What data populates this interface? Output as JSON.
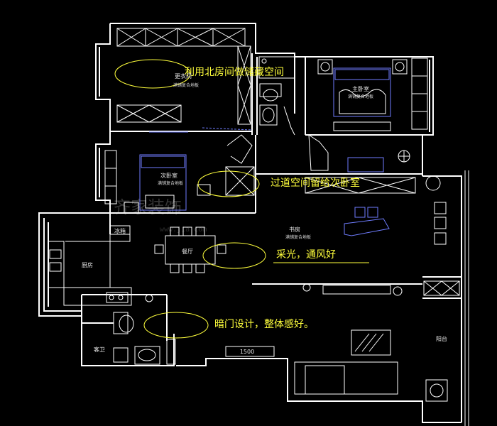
{
  "annotations": [
    "利用北房间做储藏空间",
    "过道空间留给次卧室",
    "采光，通风好",
    "暗门设计，整体感好。"
  ],
  "rooms": {
    "north_room": {
      "name": "更衣间",
      "floor": "满铺复合地板"
    },
    "master_bedroom": {
      "name": "主卧室",
      "floor": "满铺复合地板"
    },
    "second_bedroom": {
      "name": "次卧室",
      "floor": "满铺复合地板"
    },
    "study": {
      "name": "书房",
      "floor": "满铺复合地板"
    },
    "dining": {
      "name": "餐厅"
    },
    "kitchen": {
      "name": "厨房"
    },
    "fridge": {
      "name": "冰箱"
    },
    "guest_bath": {
      "name": "客卫"
    },
    "balcony": {
      "name": "阳台"
    }
  },
  "dimension": "1500",
  "watermark": {
    "text": "齐家装饰",
    "url": "www.jia.com"
  }
}
